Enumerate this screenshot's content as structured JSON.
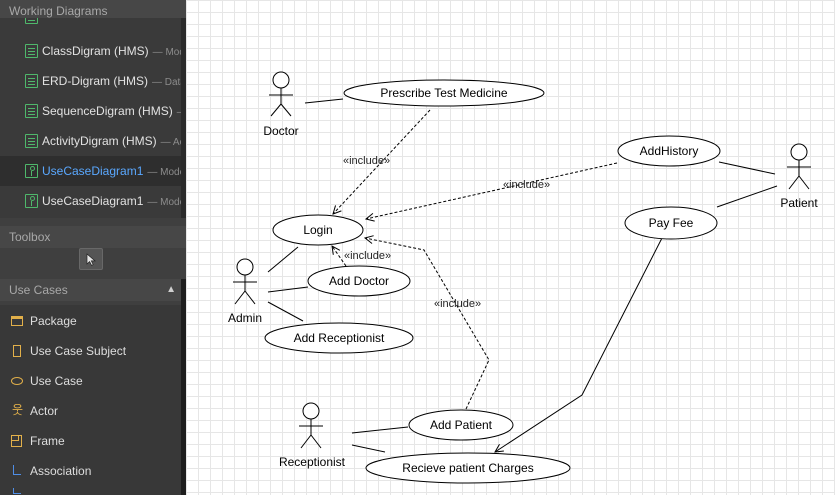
{
  "sidebar": {
    "working_diagrams": {
      "title": "Working Diagrams",
      "items": [
        {
          "label": "ClassDigram (HMS)",
          "sub": "— Mode",
          "active": false
        },
        {
          "label": "ERD-Digram (HMS)",
          "sub": "— Data",
          "active": false
        },
        {
          "label": "SequenceDigram (HMS)",
          "sub": "—",
          "active": false
        },
        {
          "label": "ActivityDigram (HMS)",
          "sub": "— Ac",
          "active": false
        },
        {
          "label": "UseCaseDiagram1",
          "sub": "— Mode",
          "active": true
        },
        {
          "label": "UseCaseDiagram1",
          "sub": "— Mode",
          "active": false
        }
      ]
    },
    "toolbox": {
      "title": "Toolbox"
    },
    "use_cases": {
      "title": "Use Cases",
      "toggle": "▲",
      "items": [
        {
          "label": "Package",
          "icon": "package-icon"
        },
        {
          "label": "Use Case Subject",
          "icon": "use-case-subject-icon"
        },
        {
          "label": "Use Case",
          "icon": "use-case-icon"
        },
        {
          "label": "Actor",
          "icon": "actor-icon"
        },
        {
          "label": "Frame",
          "icon": "frame-icon"
        },
        {
          "label": "Association",
          "icon": "association-icon"
        }
      ]
    }
  },
  "diagram": {
    "actors": {
      "doctor": "Doctor",
      "admin": "Admin",
      "patient": "Patient",
      "receptionist": "Receptionist"
    },
    "use_cases": {
      "prescribe": "Prescribe Test Medicine",
      "login": "Login",
      "add_doctor": "Add Doctor",
      "add_receptionist": "Add Receptionist",
      "add_history": "AddHistory",
      "pay_fee": "Pay Fee",
      "add_patient": "Add Patient",
      "receive_charges": "Recieve patient Charges"
    },
    "include_label": "«include»"
  },
  "colors": {
    "sidebar_bg": "#3f3f3f",
    "active_item": "#5aa8ff",
    "icon_green": "#4fb86b",
    "icon_amber": "#e2b04a"
  }
}
